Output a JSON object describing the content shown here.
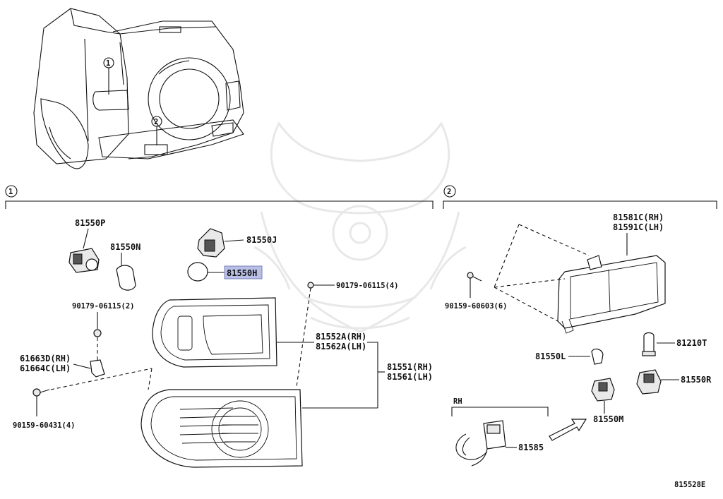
{
  "callouts": {
    "one": "1",
    "two": "2"
  },
  "section1": {
    "marker": "1",
    "parts": {
      "p81550P": "81550P",
      "p81550N": "81550N",
      "p81550J": "81550J",
      "p81550H": "81550H",
      "p90179_left": "90179-06115(2)",
      "p90179_right": "90179-06115(4)",
      "p61663D": "61663D(RH)",
      "p61664C": "61664C(LH)",
      "p90159_left": "90159-60431(4)",
      "p81552A": "81552A(RH)",
      "p81562A": "81562A(LH)",
      "p81551": "81551(RH)",
      "p81561": "81561(LH)"
    }
  },
  "section2": {
    "marker": "2",
    "parts": {
      "p81581C": "81581C(RH)",
      "p81591C": "81591C(LH)",
      "p90159_right": "90159-60603(6)",
      "p81210T": "81210T",
      "p81550L": "81550L",
      "p81550R": "81550R",
      "p81550M": "81550M",
      "rh_label": "RH",
      "p81585": "81585"
    }
  },
  "highlight_color": "#b9bfe6",
  "diagram_code": "815528E"
}
